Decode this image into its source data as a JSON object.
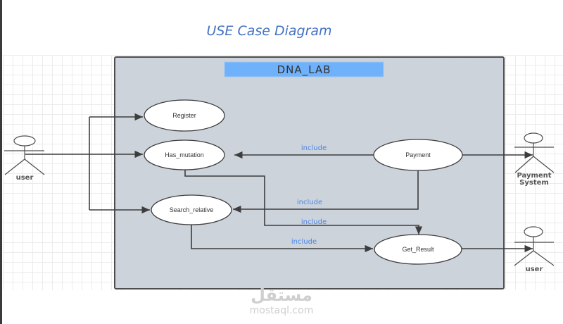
{
  "title": "USE Case Diagram",
  "system": {
    "name": "DNA_LAB"
  },
  "use_cases": [
    {
      "id": "register",
      "label": "Register"
    },
    {
      "id": "has_mutation",
      "label": "Has_mutation"
    },
    {
      "id": "search_relative",
      "label": "Search_relative"
    },
    {
      "id": "payment",
      "label": "Payment"
    },
    {
      "id": "get_result",
      "label": "Get_Result"
    }
  ],
  "actors": [
    {
      "id": "user_left",
      "label": "user"
    },
    {
      "id": "payment_system",
      "label_lines": [
        "Payment",
        "System"
      ]
    },
    {
      "id": "user_right",
      "label": "user"
    }
  ],
  "relationships": [
    {
      "from": "user_left",
      "to": "register",
      "label": ""
    },
    {
      "from": "user_left",
      "to": "has_mutation",
      "label": ""
    },
    {
      "from": "user_left",
      "to": "search_relative",
      "label": ""
    },
    {
      "from": "payment",
      "to": "has_mutation",
      "label": "include"
    },
    {
      "from": "payment",
      "to": "search_relative",
      "label": "include"
    },
    {
      "from": "has_mutation",
      "to": "get_result",
      "label": "include"
    },
    {
      "from": "search_relative",
      "to": "get_result",
      "label": "include"
    },
    {
      "from": "payment",
      "to": "payment_system",
      "label": ""
    },
    {
      "from": "get_result",
      "to": "user_right",
      "label": ""
    }
  ],
  "colors": {
    "title": "#4472c4",
    "system_bg": "#cdd3db",
    "system_header": "#6fb1fb",
    "include_label": "#4a86e8",
    "line": "#3d3d3d"
  },
  "watermark": {
    "arabic": "مستقل",
    "latin": "mostaql.com"
  }
}
